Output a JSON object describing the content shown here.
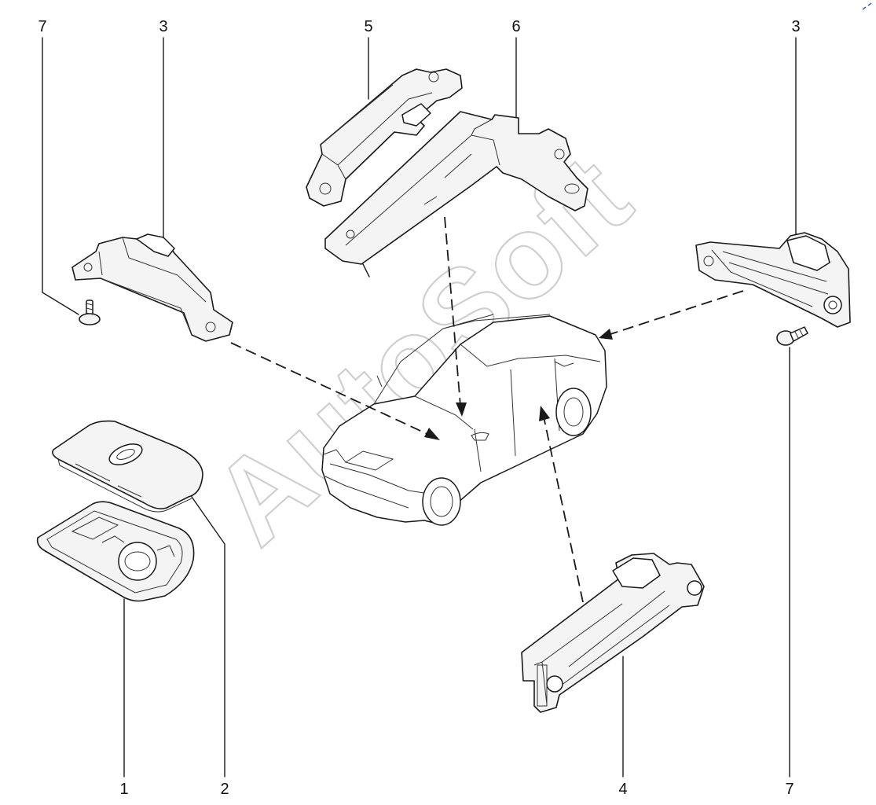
{
  "watermark": "AutoSoft",
  "callouts": [
    {
      "id": "c7-left",
      "label": "7"
    },
    {
      "id": "c3-left",
      "label": "3"
    },
    {
      "id": "c5",
      "label": "5"
    },
    {
      "id": "c6",
      "label": "6"
    },
    {
      "id": "c3-right",
      "label": "3"
    },
    {
      "id": "c1",
      "label": "1"
    },
    {
      "id": "c2",
      "label": "2"
    },
    {
      "id": "c4",
      "label": "4"
    },
    {
      "id": "c7-right",
      "label": "7"
    }
  ]
}
